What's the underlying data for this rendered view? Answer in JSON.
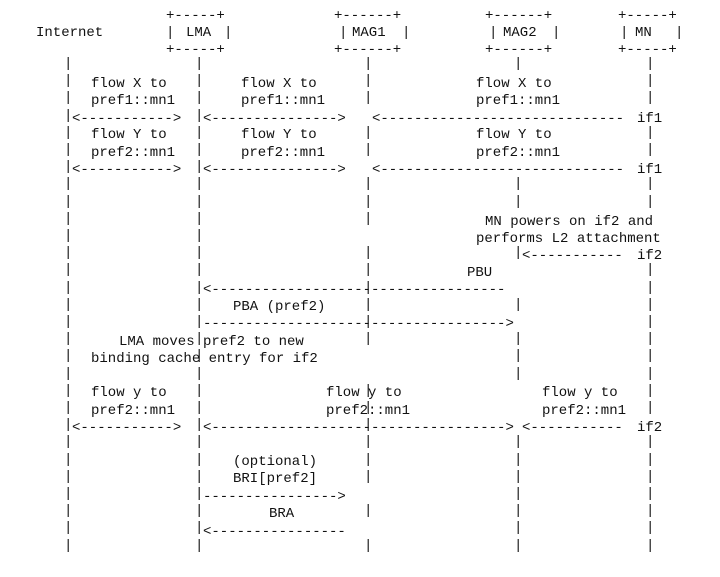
{
  "entities": [
    {
      "name": "Internet",
      "boxed": false
    },
    {
      "name": "LMA",
      "boxed": true
    },
    {
      "name": "MAG1",
      "boxed": true
    },
    {
      "name": "MAG2",
      "boxed": true
    },
    {
      "name": "MN",
      "boxed": true
    }
  ],
  "messages": {
    "flowX_1": [
      "flow X to",
      "pref1::mn1"
    ],
    "flowX_2": [
      "flow X to",
      "pref1::mn1"
    ],
    "flowX_3": [
      "flow X to",
      "pref1::mn1"
    ],
    "flowX_if": "if1",
    "flowY_1": [
      "flow Y to",
      "pref2::mn1"
    ],
    "flowY_2": [
      "flow Y to",
      "pref2::mn1"
    ],
    "flowY_3": [
      "flow Y to",
      "pref2::mn1"
    ],
    "flowY_if": "if1",
    "mn_power": [
      "MN powers on if2 and",
      "performs L2 attachment"
    ],
    "mn_if": "if2",
    "pbu": "PBU",
    "pba": "PBA (pref2)",
    "lma_moves": [
      "LMA moves pref2 to new",
      "binding cache entry for if2"
    ],
    "flowy_1": [
      "flow y to",
      "pref2::mn1"
    ],
    "flowy_2": [
      "flow y to",
      "pref2::mn1"
    ],
    "flowy_3": [
      "flow y to",
      "pref2::mn1"
    ],
    "flowy_if": "if2",
    "bri": [
      "(optional)",
      "BRI[pref2]"
    ],
    "bra": "BRA"
  }
}
